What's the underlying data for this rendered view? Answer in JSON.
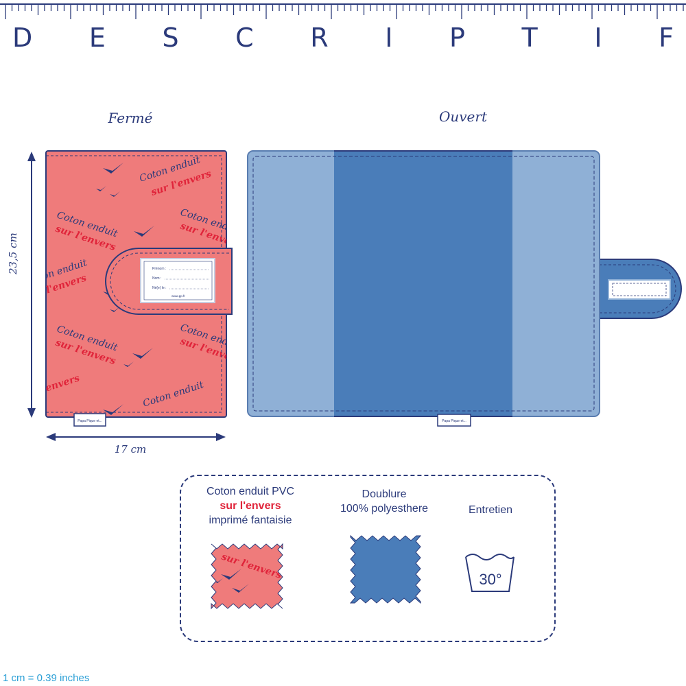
{
  "title_letters": [
    "D",
    "E",
    "S",
    "C",
    "R",
    "I",
    "P",
    "T",
    "I",
    "F"
  ],
  "views": {
    "closed_label": "Fermé",
    "open_label": "Ouvert"
  },
  "dimensions": {
    "height": "23,5 cm",
    "width": "17 cm"
  },
  "fabric_print": {
    "line1": "Coton enduit",
    "line2": "sur l'envers"
  },
  "name_label": {
    "prenom": "Prénom :",
    "nom": "Nom :",
    "nele": "Né(e) le :",
    "site": "www.pp.fr"
  },
  "brand_tag": "Papa Pique et...",
  "materials": {
    "outer": {
      "line1": "Coton enduit  PVC",
      "line2": "sur l'envers",
      "line3": "imprimé fantaisie",
      "swatch_text": "sur l'envers"
    },
    "lining": {
      "line1": "Doublure",
      "line2": "100% polyesthere"
    },
    "care": {
      "label": "Entretien",
      "temperature": "30°"
    }
  },
  "conversion": "1 cm = 0.39 inches",
  "colors": {
    "navy": "#2b3a7a",
    "coral": "#ef7b7b",
    "red_text": "#e0243a",
    "blue_dark": "#4a7db9",
    "blue_light": "#8fb0d6",
    "conversion_text": "#2a9fd6"
  }
}
